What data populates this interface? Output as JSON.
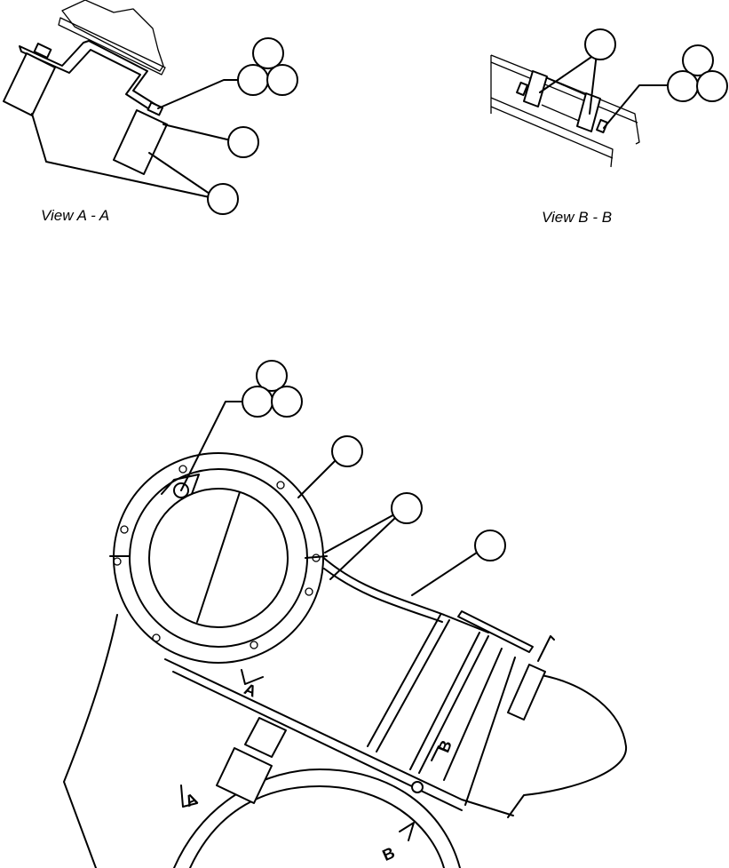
{
  "figure": {
    "views": {
      "view_a": {
        "label": "View A - A"
      },
      "view_b": {
        "label": "View  B - B"
      }
    },
    "section_marks": {
      "a_upper": "A",
      "a_lower": "A",
      "b_upper": "B",
      "b_lower": "B"
    },
    "colors": {
      "line": "#000000",
      "background": "#ffffff"
    }
  }
}
